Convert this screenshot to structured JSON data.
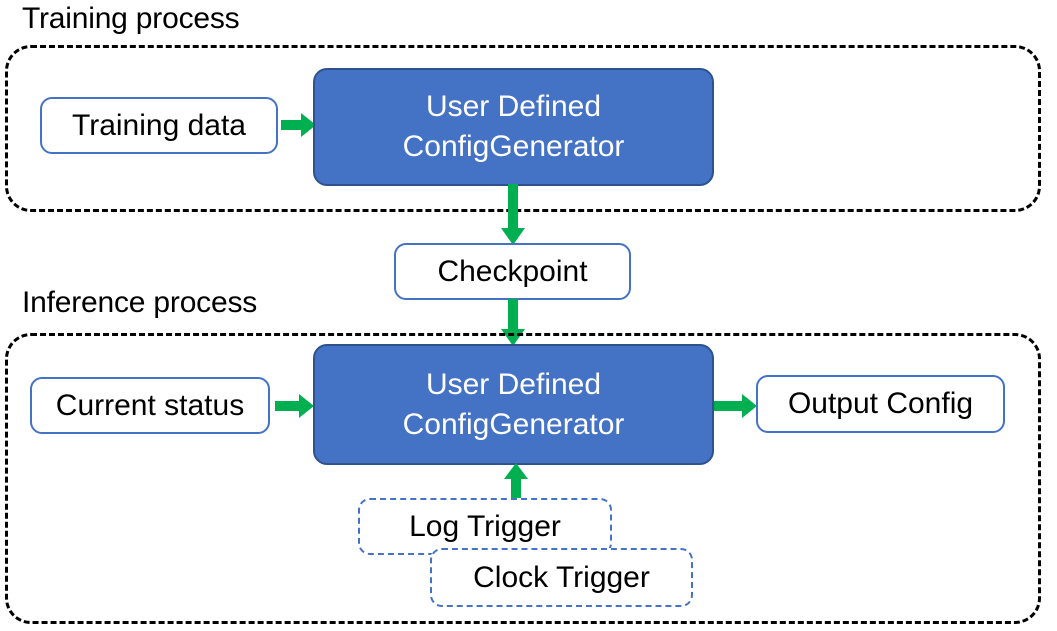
{
  "diagram": {
    "title_training": "Training process",
    "title_inference": "Inference process",
    "colors": {
      "blue_fill": "#4472C4",
      "blue_stroke": "#2F528F",
      "node_border": "#4472C4",
      "arrow_green": "#00B050",
      "container_dash": "#000000",
      "text_dark": "#000000",
      "text_light": "#FFFFFF"
    },
    "training": {
      "input_node": "Training data",
      "process_node_line1": "User Defined",
      "process_node_line2": "ConfigGenerator"
    },
    "checkpoint": {
      "label": "Checkpoint"
    },
    "inference": {
      "input_node": "Current status",
      "process_node_line1": "User Defined",
      "process_node_line2": "ConfigGenerator",
      "output_node": "Output Config",
      "trigger_log": "Log Trigger",
      "trigger_clock": "Clock Trigger"
    },
    "arrows": [
      {
        "name": "training-data-to-generator",
        "direction": "right"
      },
      {
        "name": "training-generator-to-checkpoint",
        "direction": "down"
      },
      {
        "name": "checkpoint-to-inference-generator",
        "direction": "down"
      },
      {
        "name": "current-status-to-generator",
        "direction": "right"
      },
      {
        "name": "generator-to-output-config",
        "direction": "right"
      },
      {
        "name": "triggers-to-generator",
        "direction": "up"
      }
    ]
  }
}
